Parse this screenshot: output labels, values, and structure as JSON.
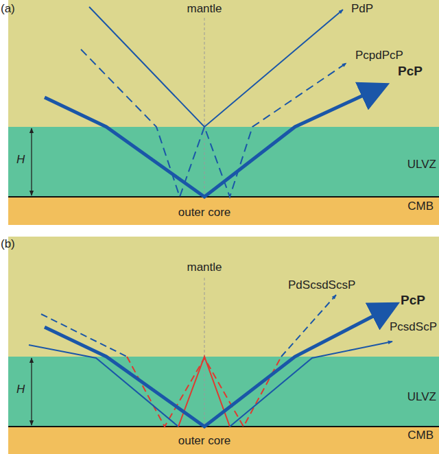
{
  "diagram": {
    "nodes": [
      {
        "text": [
          "mantle"
        ]
      },
      {
        "text": [
          "ULVZ"
        ]
      },
      {
        "text": [
          "outer core"
        ]
      },
      {
        "text": [
          "mantle"
        ]
      },
      {
        "text": [
          "ULVZ"
        ]
      },
      {
        "text": [
          "outer core"
        ]
      }
    ],
    "labels": [
      "(a)",
      "PdP",
      "PcpdPcP",
      "PcP",
      "H",
      "CMB",
      "(b)",
      "PdScsdScsP",
      "PcP",
      "PcsdScP",
      "H",
      "CMB"
    ]
  }
}
